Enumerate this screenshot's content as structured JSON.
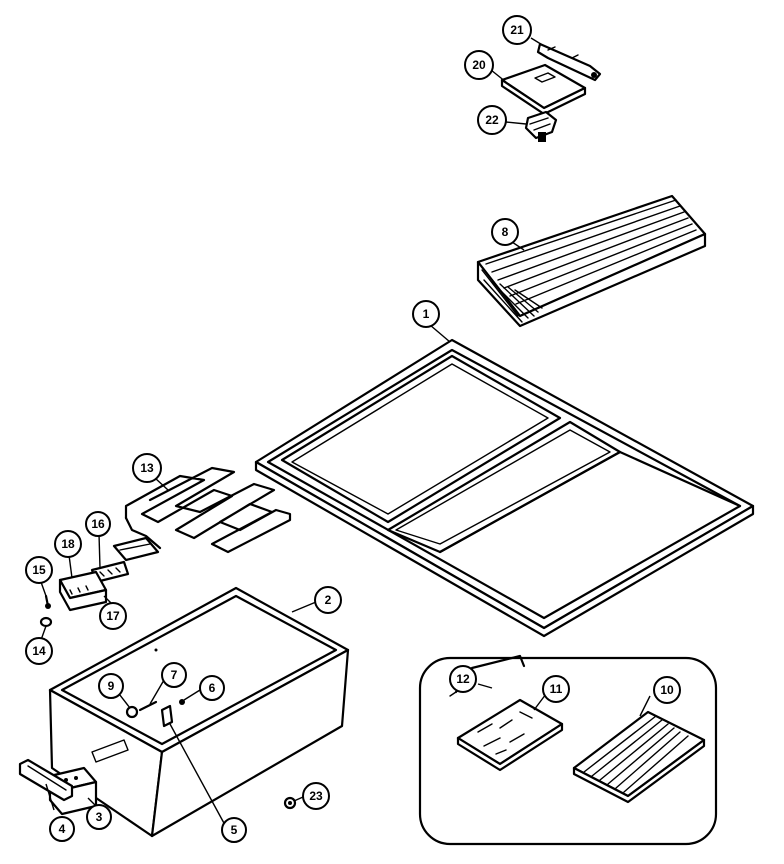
{
  "diagram": {
    "callouts": [
      {
        "id": "c21",
        "label": "21"
      },
      {
        "id": "c20",
        "label": "20"
      },
      {
        "id": "c22",
        "label": "22"
      },
      {
        "id": "c8",
        "label": "8"
      },
      {
        "id": "c1",
        "label": "1"
      },
      {
        "id": "c13",
        "label": "13"
      },
      {
        "id": "c18",
        "label": "18"
      },
      {
        "id": "c16",
        "label": "16"
      },
      {
        "id": "c15",
        "label": "15"
      },
      {
        "id": "c17",
        "label": "17"
      },
      {
        "id": "c14",
        "label": "14"
      },
      {
        "id": "c2",
        "label": "2"
      },
      {
        "id": "c9",
        "label": "9"
      },
      {
        "id": "c7",
        "label": "7"
      },
      {
        "id": "c6",
        "label": "6"
      },
      {
        "id": "c23",
        "label": "23"
      },
      {
        "id": "c5",
        "label": "5"
      },
      {
        "id": "c3",
        "label": "3"
      },
      {
        "id": "c4",
        "label": "4"
      },
      {
        "id": "c12",
        "label": "12"
      },
      {
        "id": "c11",
        "label": "11"
      },
      {
        "id": "c10",
        "label": "10"
      }
    ]
  }
}
